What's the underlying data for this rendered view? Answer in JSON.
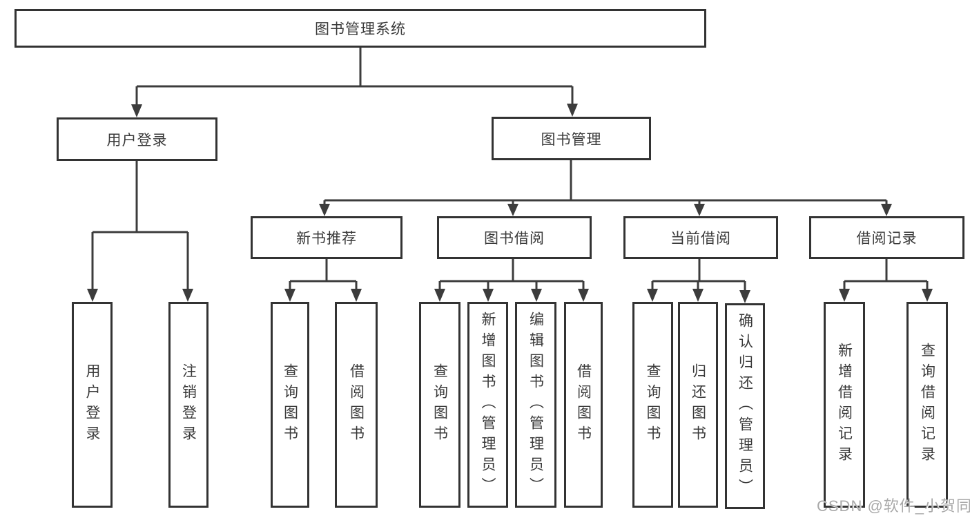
{
  "diagram": {
    "title_node": "图书管理系统",
    "nodes": {
      "root": {
        "label": "图书管理系统"
      },
      "user_login": {
        "label": "用户登录"
      },
      "book_mgmt": {
        "label": "图书管理"
      },
      "new_book_rec": {
        "label": "新书推荐"
      },
      "book_borrow": {
        "label": "图书借阅"
      },
      "current_borrow": {
        "label": "当前借阅"
      },
      "borrow_record": {
        "label": "借阅记录"
      },
      "login": {
        "label": "用户登录"
      },
      "logout": {
        "label": "注销登录"
      },
      "nbr_query_book": {
        "label": "查询图书"
      },
      "nbr_borrow_book": {
        "label": "借阅图书"
      },
      "bb_query_book": {
        "label": "查询图书"
      },
      "bb_add_book": {
        "label": "新增图书（管理员）"
      },
      "bb_edit_book": {
        "label": "编辑图书（管理员）"
      },
      "bb_borrow_book": {
        "label": "借阅图书"
      },
      "cb_query_book": {
        "label": "查询图书"
      },
      "cb_return_book": {
        "label": "归还图书"
      },
      "cb_confirm_return": {
        "label": "确认归还（管理员）"
      },
      "br_add_record": {
        "label": "新增借阅记录"
      },
      "br_query_record": {
        "label": "查询借阅记录"
      }
    },
    "hierarchy": {
      "root": "图书管理系统",
      "children": [
        {
          "label": "用户登录",
          "children": [
            "用户登录",
            "注销登录"
          ]
        },
        {
          "label": "图书管理",
          "children": [
            {
              "label": "新书推荐",
              "children": [
                "查询图书",
                "借阅图书"
              ]
            },
            {
              "label": "图书借阅",
              "children": [
                "查询图书",
                "新增图书（管理员）",
                "编辑图书（管理员）",
                "借阅图书"
              ]
            },
            {
              "label": "当前借阅",
              "children": [
                "查询图书",
                "归还图书",
                "确认归还（管理员）"
              ]
            },
            {
              "label": "借阅记录",
              "children": [
                "新增借阅记录",
                "查询借阅记录"
              ]
            }
          ]
        }
      ]
    },
    "colors": {
      "line": "#3c3c3c",
      "box_border": "#333333",
      "text": "#3a3a3a",
      "background": "#ffffff",
      "watermark": "#a9a9a9"
    }
  },
  "watermark": {
    "text": "CSDN @软件_小贺同学"
  }
}
